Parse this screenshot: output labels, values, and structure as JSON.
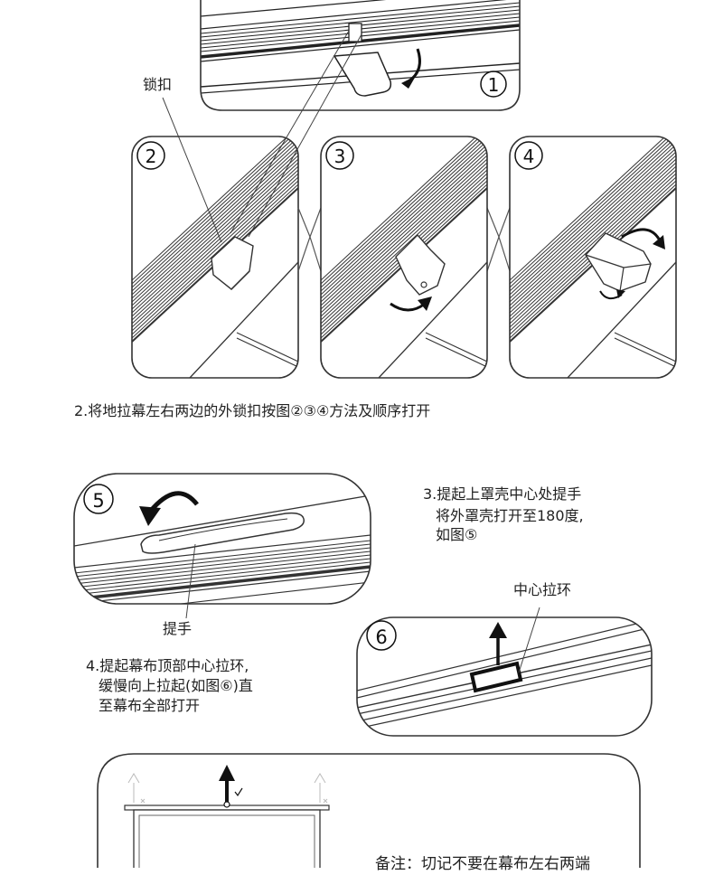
{
  "labels": {
    "lock": "锁扣",
    "handle": "提手",
    "center_ring": "中心拉环"
  },
  "steps": {
    "step1_num": "①",
    "step2_num": "②",
    "step3_num": "③",
    "step4_num": "④",
    "step5_num": "⑤",
    "step6_num": "⑥"
  },
  "instructions": {
    "step2": "2.将地拉幕左右两边的外锁扣按图②③④方法及顺序打开",
    "step3_line1": "3.提起上罩壳中心处提手",
    "step3_line2": "将外罩壳打开至180度,",
    "step3_line3": "如图⑤",
    "step4_line1": "4.提起幕布顶部中心拉环,",
    "step4_line2": "缓慢向上拉起(如图⑥)直",
    "step4_line3": "至幕布全部打开"
  },
  "note": "备注：切记不要在幕布左右两端"
}
